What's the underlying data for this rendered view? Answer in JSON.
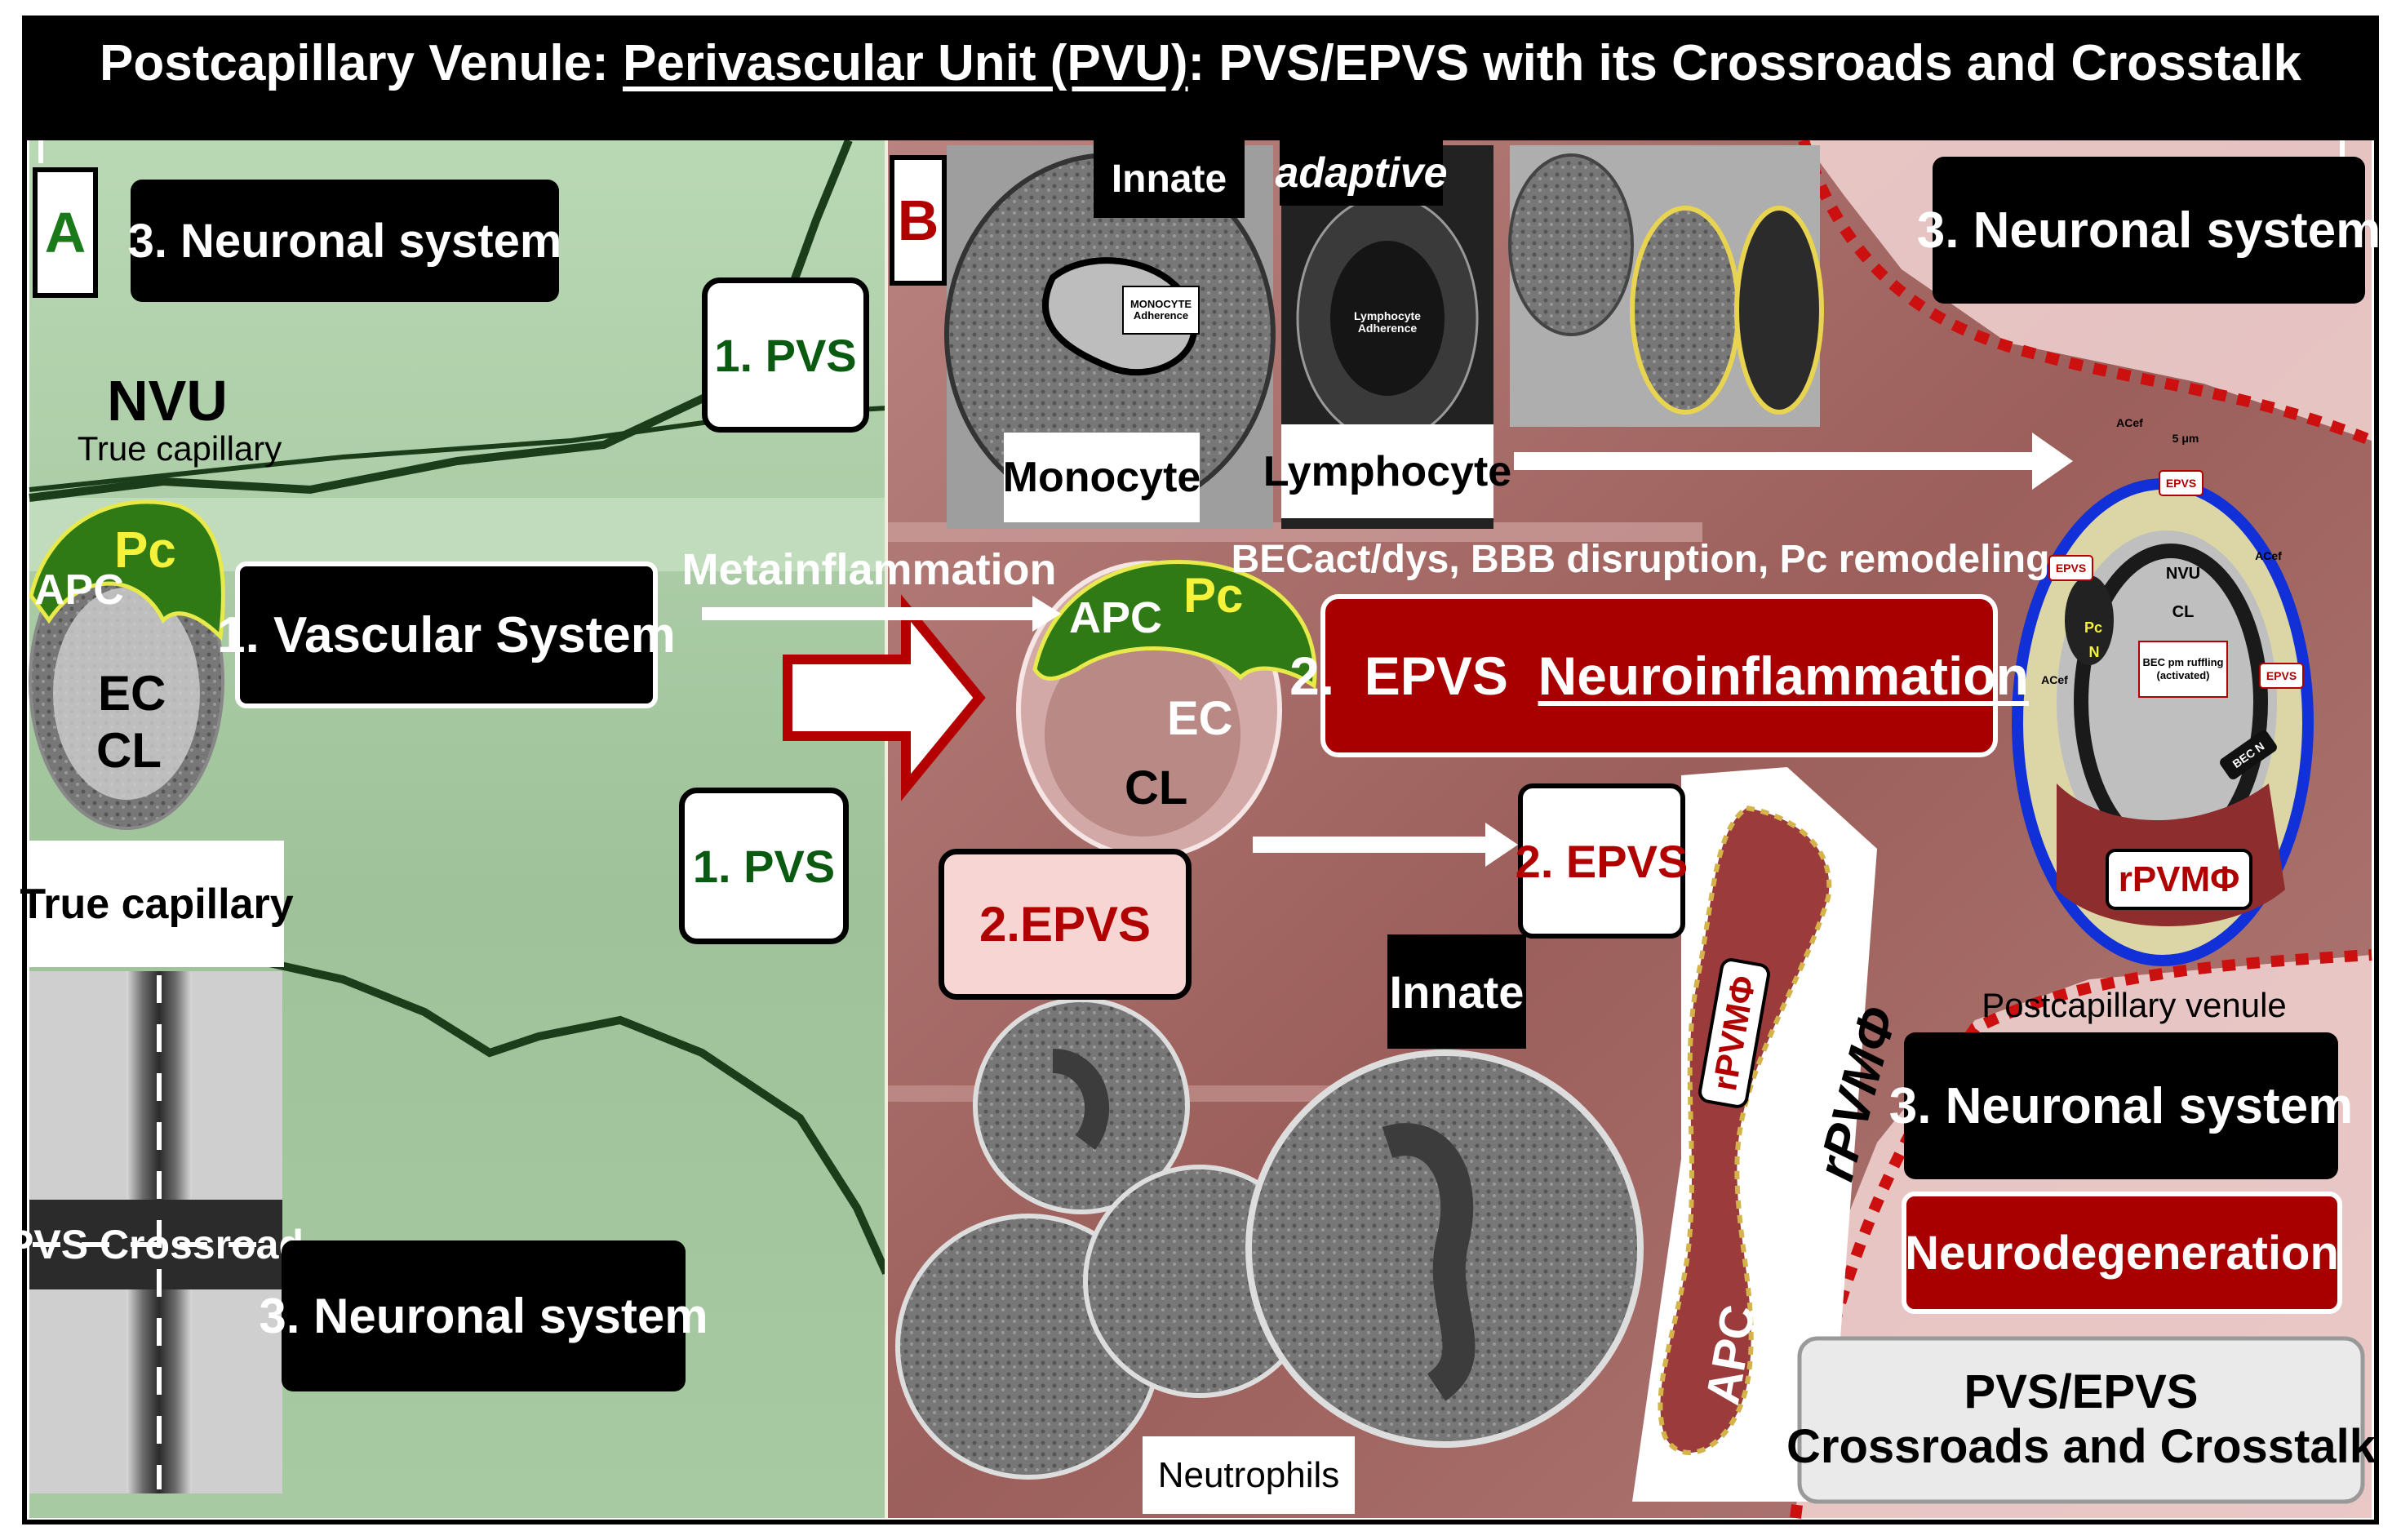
{
  "title": {
    "prefix": "Postcapillary Venule: ",
    "underlined": "Perivascular Unit (PVU)",
    "suffix": ": PVS/EPVS with its Crossroads and Crosstalk"
  },
  "panel_a": {
    "letter": "A",
    "neuronal_top": "3. Neuronal system",
    "pvs_top": "1. PVS",
    "nvu": "NVU",
    "true_capillary_small": "True capillary",
    "vascular_system": "1. Vascular System",
    "pvs_mid": "1. PVS",
    "true_capillary_box": "True capillary",
    "pvs_crossroad": "PVS Crossroad",
    "neuronal_bottom": "3. Neuronal system",
    "capillary_labels": {
      "apc": "APC",
      "pc": "Pc",
      "ec": "EC",
      "cl": "CL"
    }
  },
  "panel_b": {
    "letter": "B",
    "innate_top": "Innate",
    "adaptive": "adaptive",
    "monocyte": "Monocyte",
    "lymphocyte": "Lymphocyte",
    "monocyte_adherence": "MONOCYTE Adherence",
    "lymphocyte_adherence": "Lymphocyte Adherence",
    "neuronal_top": "3. Neuronal system",
    "metainflammation": "Metainflammation",
    "becact": "BECact/dys, BBB disruption, Pc remodeling",
    "epvs_neuro_prefix": "2.  EPVS  ",
    "epvs_neuro_underlined": "Neuroinflammation",
    "epvs_mid": "2. EPVS",
    "epvs_left": "2.EPVS",
    "innate_bottom": "Innate",
    "neutrophils": "Neutrophils",
    "rpvm_vertical_1": "rPVMΦ",
    "rpvm_vertical_2": "rPVMΦ",
    "apc_vertical": "APC",
    "rpvm_circle": "rPVMΦ",
    "postcapillary_venule": "Postcapillary venule",
    "neuronal_bottom": "3. Neuronal system",
    "neurodegeneration": "Neurodegeneration",
    "crossroads_line1": "PVS/EPVS",
    "crossroads_line2": "Crossroads and Crosstalk",
    "capillary_labels": {
      "apc": "APC",
      "pc": "Pc",
      "ec": "EC",
      "cl": "CL"
    },
    "venule_labels": {
      "epvs_a": "EPVS",
      "epvs_b": "EPVS",
      "epvs_c": "EPVS",
      "nvu": "NVU",
      "cl": "CL",
      "pc": "Pc",
      "n": "N",
      "acef_a": "ACef",
      "acef_b": "ACef",
      "acef_c": "ACef",
      "becn": "BEC N",
      "scale": "5 μm",
      "bec_ruffling_1": "BEC pm ruffling",
      "bec_ruffling_2": "(activated)"
    }
  },
  "colors": {
    "panel_a_bg": "#a9cba6",
    "panel_b_bg": "#a9706c",
    "dark_green": "#1e4d1c",
    "red_box": "#a80000",
    "blue_ring": "#1230d8",
    "dotted_red": "#cc1010"
  }
}
